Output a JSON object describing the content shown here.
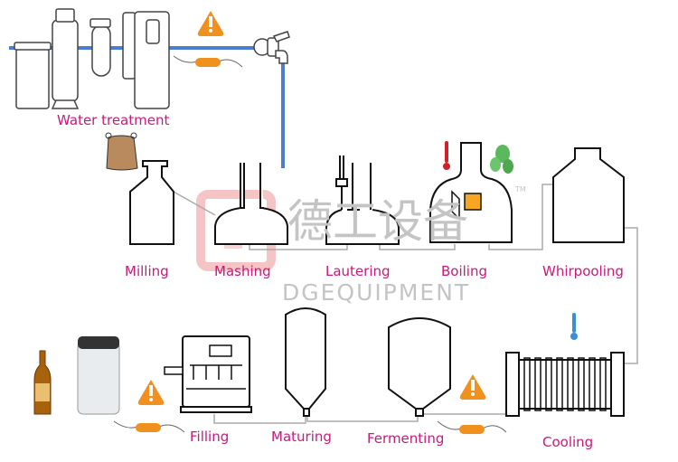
{
  "watermark": {
    "chinese": "德工设备",
    "latin": "DGEQUIPMENT",
    "tm": "TM"
  },
  "steps": {
    "water_treatment": "Water treatment",
    "milling": "Milling",
    "mashing": "Mashing",
    "lautering": "Lautering",
    "boiling": "Boiling",
    "whirpooling": "Whirpooling",
    "cooling": "Cooling",
    "fermenting": "Fermenting",
    "maturing": "Maturing",
    "filling": "Filling"
  },
  "colors": {
    "label": "#c8197c",
    "water": "#4a7fd0",
    "warning": "#f0901e",
    "thermometer_hot": "#d0202a",
    "thermometer_cold": "#3a8fd8",
    "hops": "#5cb85c",
    "grain_bag": "#b98a5e"
  },
  "icons": [
    "warning-icon",
    "thermometer-icon",
    "hops-icon",
    "grain-bag-icon",
    "hose-icon",
    "beer-bottle-icon",
    "keg-icon",
    "faucet-icon"
  ]
}
